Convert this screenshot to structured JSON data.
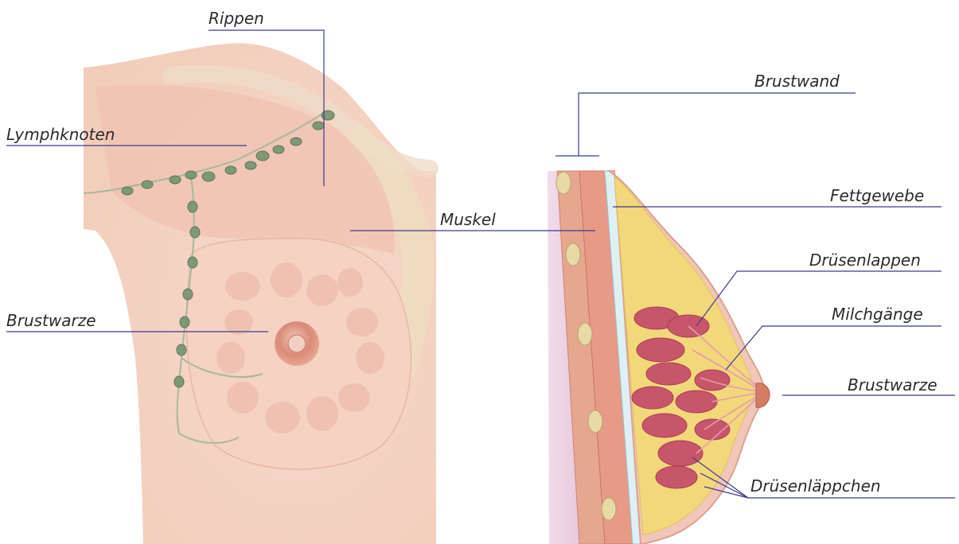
{
  "colors": {
    "leader_line": "#3c3c8c",
    "skin": "#f4d6c6",
    "muscle": "#e8a58f",
    "fat": "#f3d77b",
    "gland": "#c8566a",
    "lymph": "#7f9878"
  },
  "labels": {
    "rippen": "Rippen",
    "lymphknoten": "Lymphknoten",
    "brustwarze_left": "Brustwarze",
    "muskel": "Muskel",
    "brustwand": "Brustwand",
    "fettgewebe": "Fettgewebe",
    "druesenlappen": "Drüsenlappen",
    "milchgaenge": "Milchgänge",
    "brustwarze_right": "Brustwarze",
    "druesenlaeppchen": "Drüsenläppchen"
  }
}
